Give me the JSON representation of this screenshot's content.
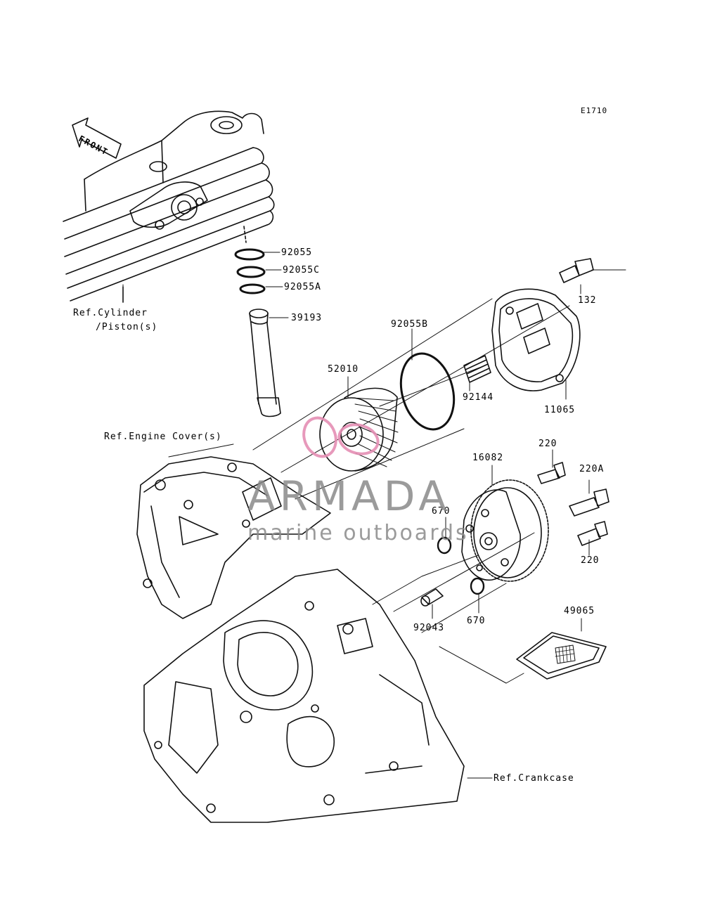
{
  "diagram_code": "E1710",
  "front_label": "FRONT",
  "watermark": {
    "brand": "ARMADA",
    "tagline": "marine outboards",
    "accent_color": "#e58fb4"
  },
  "references": {
    "cylinder": "Ref.Cylinder",
    "piston": "/Piston(s)",
    "engine_cover": "Ref.Engine Cover(s)",
    "crankcase": "Ref.Crankcase"
  },
  "parts": [
    {
      "id": "p92055",
      "number": "92055"
    },
    {
      "id": "p92055c",
      "number": "92055C"
    },
    {
      "id": "p92055a",
      "number": "92055A"
    },
    {
      "id": "p39193",
      "number": "39193"
    },
    {
      "id": "p92055b",
      "number": "92055B"
    },
    {
      "id": "p52010",
      "number": "52010"
    },
    {
      "id": "p92144",
      "number": "92144"
    },
    {
      "id": "p132",
      "number": "132"
    },
    {
      "id": "p11065",
      "number": "11065"
    },
    {
      "id": "p220a",
      "number": "220"
    },
    {
      "id": "p220b",
      "number": "220A"
    },
    {
      "id": "p220c",
      "number": "220"
    },
    {
      "id": "p16082",
      "number": "16082"
    },
    {
      "id": "p670a",
      "number": "670"
    },
    {
      "id": "p670b",
      "number": "670"
    },
    {
      "id": "p92043",
      "number": "92043"
    },
    {
      "id": "p49065",
      "number": "49065"
    }
  ]
}
